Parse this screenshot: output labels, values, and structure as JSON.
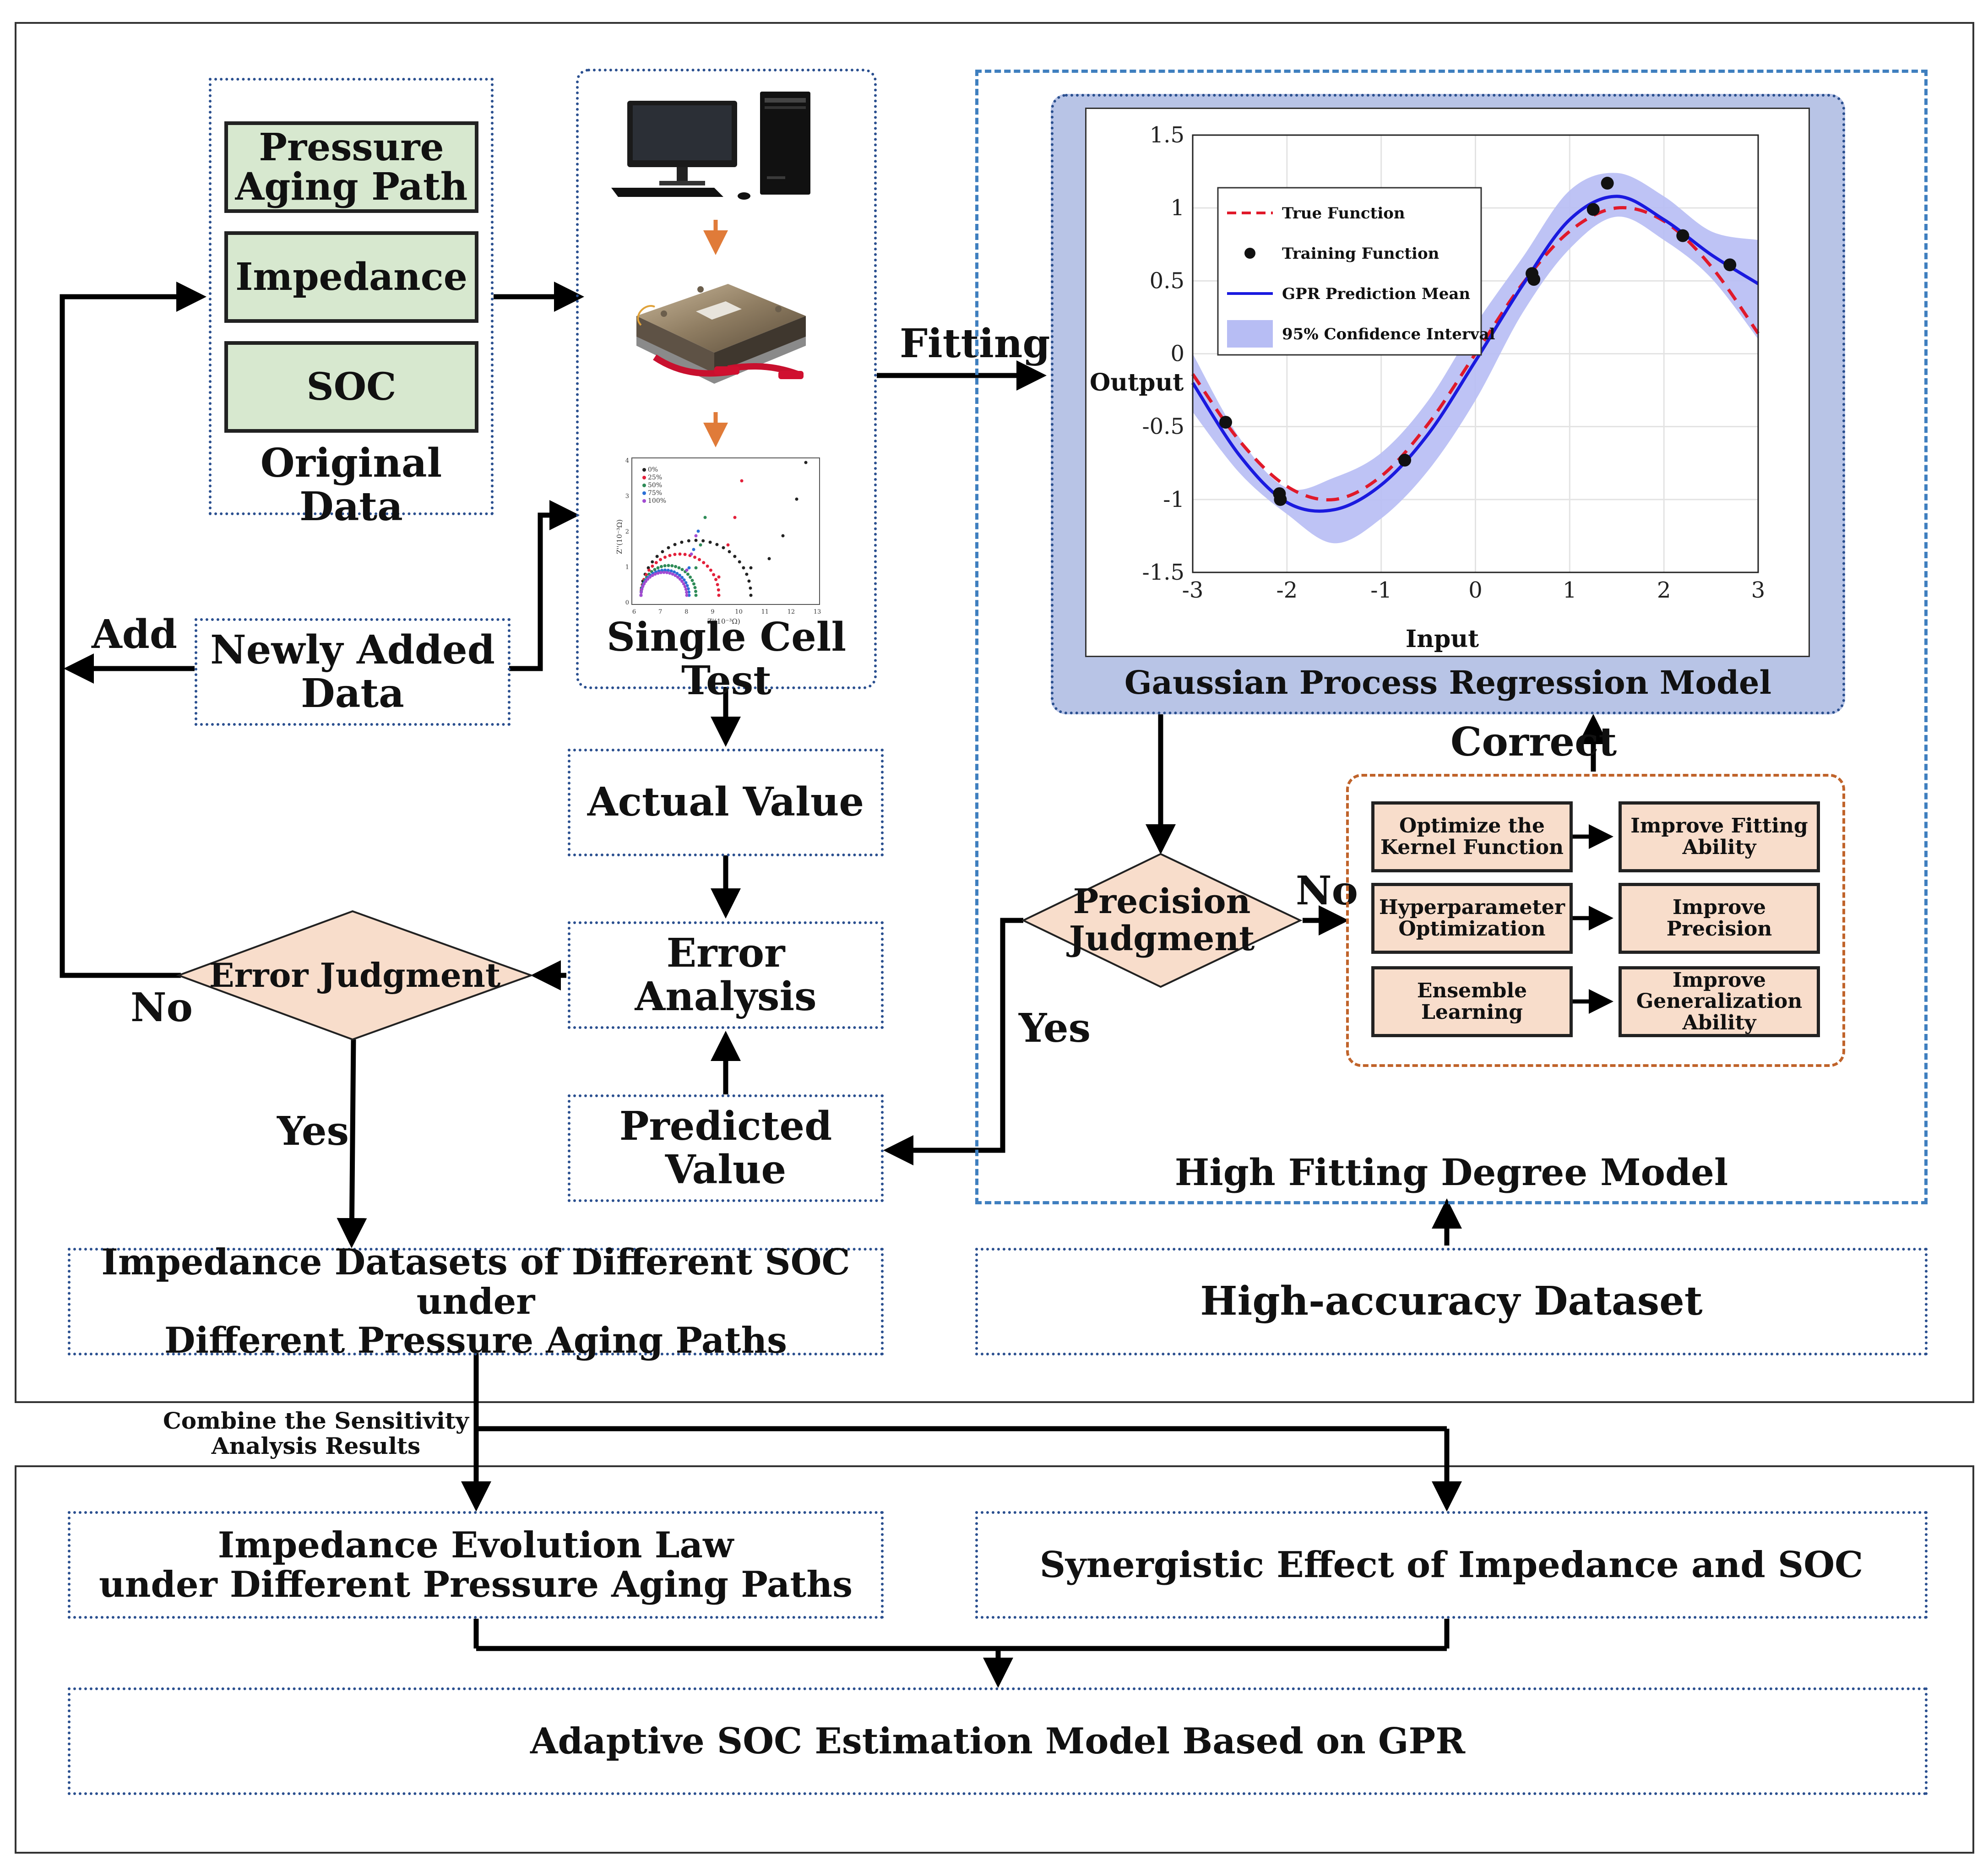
{
  "original_data": {
    "items": [
      "Pressure\nAging Path",
      "Impedance",
      "SOC"
    ],
    "caption": "Original Data"
  },
  "newly_added": "Newly Added\nData",
  "single_cell_test": "Single Cell Test",
  "fitting_label": "Fitting",
  "add_label": "Add",
  "actual_value": "Actual Value",
  "error_analysis": "Error Analysis",
  "predicted_value": "Predicted Value",
  "error_judgment": "Error Judgment",
  "no_left": "No",
  "yes_left": "Yes",
  "precision_judgment": "Precision\nJudgment",
  "no_right": "No",
  "yes_right": "Yes",
  "correct_label": "Correct",
  "gpr_model_caption": "Gaussian Process Regression Model",
  "improve_rows": [
    {
      "action": "Optimize the\nKernel Function",
      "effect": "Improve Fitting\nAbility"
    },
    {
      "action": "Hyperparameter\nOptimization",
      "effect": "Improve Precision"
    },
    {
      "action": "Ensemble Learning",
      "effect": "Improve\nGeneralization\nAbility"
    }
  ],
  "high_fitting_model": "High Fitting Degree Model",
  "high_accuracy_dataset": "High-accuracy Dataset",
  "impedance_datasets": "Impedance Datasets of Different SOC under\nDifferent Pressure Aging Paths",
  "combine_label": "Combine the Sensitivity\nAnalysis Results",
  "evolution_law": "Impedance Evolution Law\nunder Different Pressure Aging Paths",
  "synergistic": "Synergistic Effect of Impedance and SOC",
  "adaptive_model": "Adaptive SOC Estimation Model Based on GPR",
  "eis_thumbnail": {
    "legend": [
      "0%",
      "25%",
      "50%",
      "75%",
      "100%"
    ],
    "ylabel": "Z''(10⁻³Ω)",
    "xlabel": "Z'(10⁻³Ω)",
    "xticks": [
      "6",
      "7",
      "8",
      "9",
      "10",
      "11",
      "12",
      "13"
    ],
    "yticks": [
      "0",
      "1",
      "2",
      "3",
      "4"
    ]
  },
  "colors": {
    "dotted_border": "#2a4f8f",
    "dashed_border": "#3f7fbf",
    "green_fill": "#d7e8cf",
    "peach_fill": "#f8ddcb",
    "gpr_panel": "#b8c4e6",
    "orange_dashed": "#c0632a",
    "arrow_orange": "#e07b39"
  },
  "chart_data": {
    "type": "line",
    "xlabel": "Input",
    "ylabel": "Output",
    "xlim": [
      -3,
      3
    ],
    "ylim": [
      -1.5,
      1.5
    ],
    "xticks": [
      -3,
      -2,
      -1,
      0,
      1,
      2,
      3
    ],
    "yticks": [
      1.5,
      1,
      0.5,
      0,
      -0.5,
      -1,
      -1.5
    ],
    "grid": true,
    "legend_position": "top-left",
    "series": [
      {
        "name": "True Function",
        "style": "dashed-red",
        "x": [
          -3,
          -2.5,
          -2,
          -1.5,
          -1,
          -0.5,
          0,
          0.5,
          1,
          1.5,
          2,
          2.5,
          3
        ],
        "y": [
          -0.14,
          -0.6,
          -0.91,
          -1.0,
          -0.84,
          -0.48,
          0.0,
          0.48,
          0.84,
          1.0,
          0.91,
          0.6,
          0.14
        ]
      },
      {
        "name": "Training Function",
        "style": "points",
        "x": [
          -2.65,
          -2.08,
          -2.07,
          -0.75,
          0.6,
          0.62,
          1.25,
          1.4,
          2.2,
          2.7
        ],
        "y": [
          -0.47,
          -0.96,
          -1.0,
          -0.73,
          0.55,
          0.51,
          0.99,
          1.17,
          0.81,
          0.61
        ]
      },
      {
        "name": "GPR Prediction Mean",
        "style": "solid-blue",
        "x": [
          -3,
          -2.5,
          -2,
          -1.5,
          -1,
          -0.5,
          0,
          0.5,
          1,
          1.5,
          2,
          2.5,
          3
        ],
        "y": [
          -0.2,
          -0.7,
          -1.02,
          -1.07,
          -0.9,
          -0.55,
          -0.05,
          0.47,
          0.92,
          1.08,
          0.92,
          0.68,
          0.48
        ]
      },
      {
        "name": "95% Confidence Interval",
        "style": "band",
        "x": [
          -3,
          -2.5,
          -2,
          -1.5,
          -1,
          -0.5,
          0,
          0.5,
          1,
          1.5,
          2,
          2.5,
          3
        ],
        "lower": [
          -0.4,
          -0.82,
          -1.1,
          -1.3,
          -1.13,
          -0.8,
          -0.32,
          0.28,
          0.72,
          0.94,
          0.78,
          0.52,
          0.1
        ],
        "upper": [
          0.0,
          -0.58,
          -0.92,
          -0.85,
          -0.68,
          -0.32,
          0.2,
          0.66,
          1.12,
          1.24,
          1.08,
          0.84,
          0.78
        ]
      }
    ]
  }
}
